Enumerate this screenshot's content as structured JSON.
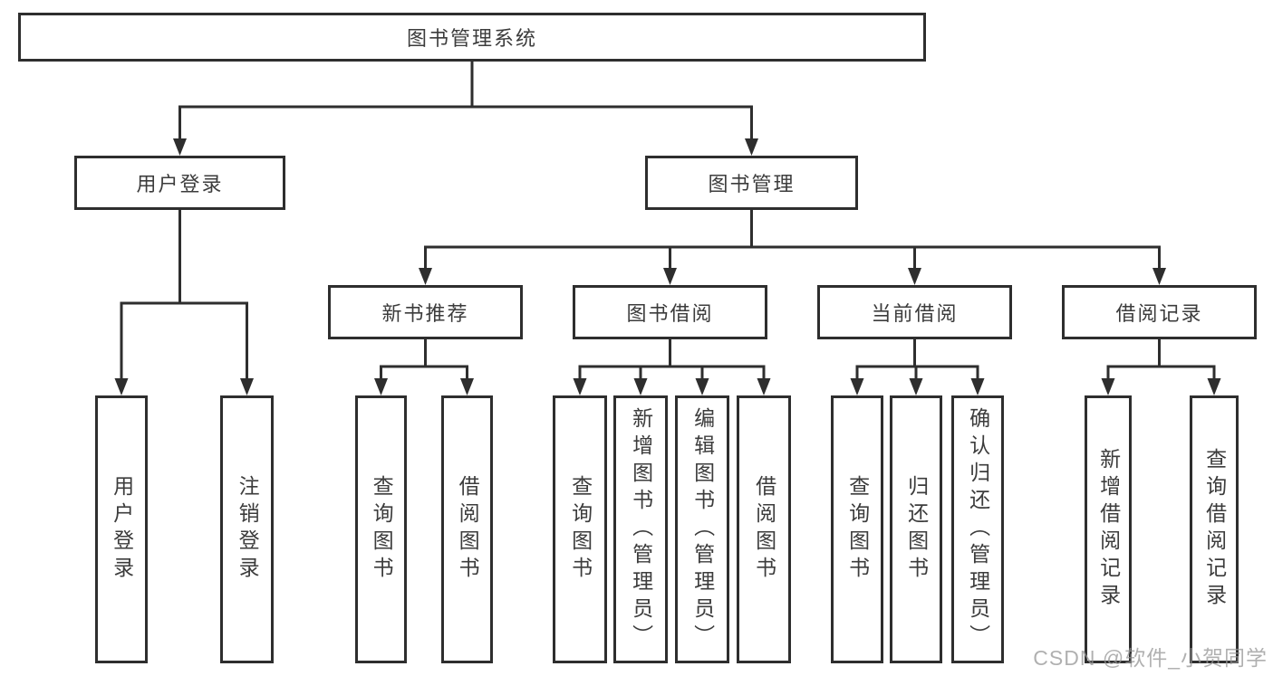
{
  "diagram": {
    "root": {
      "label": "图书管理系统"
    },
    "user_login": {
      "label": "用户登录",
      "children": [
        {
          "label": "用户登录"
        },
        {
          "label": "注销登录"
        }
      ]
    },
    "book_mgmt": {
      "label": "图书管理",
      "children": [
        {
          "label": "新书推荐",
          "children": [
            {
              "label": "查询图书"
            },
            {
              "label": "借阅图书"
            }
          ]
        },
        {
          "label": "图书借阅",
          "children": [
            {
              "label": "查询图书"
            },
            {
              "label": "新增图书（管理员）"
            },
            {
              "label": "编辑图书（管理员）"
            },
            {
              "label": "借阅图书"
            }
          ]
        },
        {
          "label": "当前借阅",
          "children": [
            {
              "label": "查询图书"
            },
            {
              "label": "归还图书"
            },
            {
              "label": "确认归还（管理员）"
            }
          ]
        },
        {
          "label": "借阅记录",
          "children": [
            {
              "label": "新增借阅记录"
            },
            {
              "label": "查询借阅记录"
            }
          ]
        }
      ]
    }
  },
  "watermark": "CSDN @软件_小贺同学",
  "colors": {
    "line": "#2e2e2e",
    "text": "#3c3c3c",
    "background": "#ffffff",
    "watermark": "#969696"
  }
}
